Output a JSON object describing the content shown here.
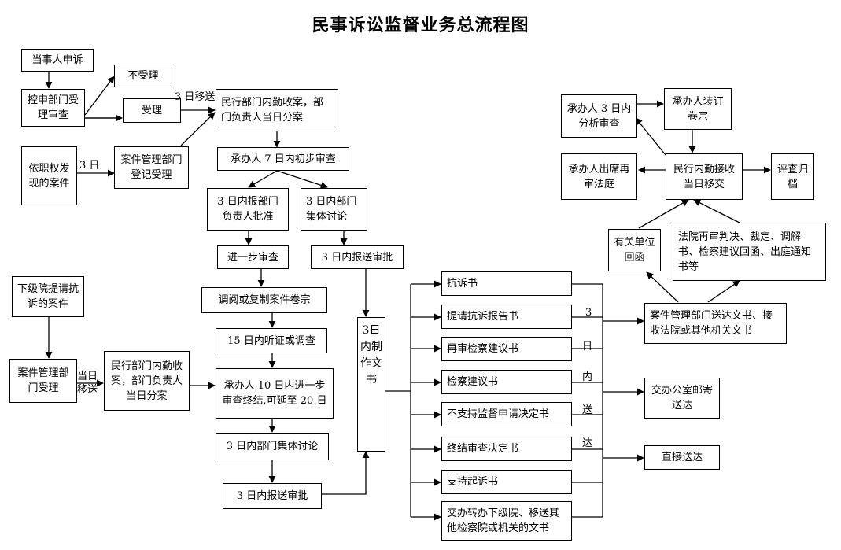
{
  "title": "民事诉讼监督业务总流程图",
  "boxes": {
    "party_appeal": "当事人申诉",
    "accusation_dept": "控申部门受理审查",
    "not_accept": "不受理",
    "accept": "受理",
    "ex_officio": "依职权发现的案件",
    "case_mgmt_register": "案件管理部门登记受理",
    "civil_dept_receive_1": "民行部门内勤收案，部门负责人当日分案",
    "handler_7day": "承办人 7 日内初步审查",
    "report_head_approve": "3 日内报部门负责人批准",
    "dept_group_discuss_1": "3 日内部门集体讨论",
    "further_review": "进一步审查",
    "submit_approval_1": "3 日内报送审批",
    "consult_files": "调阅或复制案件卷宗",
    "hearing_15day": "15 日内听证或调查",
    "handler_10day": "承办人 10 日内进一步审查终结,可延至 20 日",
    "dept_group_discuss_2": "3 日内部门集体讨论",
    "submit_approval_2": "3 日内报送审批",
    "lower_court_case": "下级院提请抗诉的案件",
    "case_mgmt_accept": "案件管理部门受理",
    "civil_dept_receive_2": "民行部门内勤收案，部门负责人当日分案",
    "make_documents": "3日内制作文书",
    "doc_protest": "抗诉书",
    "doc_protest_report": "提请抗诉报告书",
    "doc_retrial_suggest": "再审检察建议书",
    "doc_procuratorial_suggest": "检察建议书",
    "doc_not_support": "不支持监督申请决定书",
    "doc_terminate": "终结审查决定书",
    "doc_support_suit": "支持起诉书",
    "doc_transfer": "交办转办下级院、移送其他检察院或机关的文书",
    "case_mgmt_deliver": "案件管理部门送达文书、接收法院或其他机关文书",
    "office_mail": "交办公室邮寄送达",
    "direct_deliver": "直接送达",
    "reply_units": "有关单位回函",
    "court_retrial_docs": "法院再审判决、裁定、调解书、检察建议回函、出庭通知书等",
    "clerk_transfer": "民行内勤接收当日移交",
    "handler_3day_analysis": "承办人 3 日内分析审查",
    "handler_bind_files": "承办人装订卷宗",
    "handler_attend_court": "承办人出席再审法庭",
    "evaluate_archive": "评查归档"
  },
  "edge_labels": {
    "transfer_3day": "3 日移送",
    "three_day": "3 日",
    "same_day_transfer": "当日移送",
    "deliver_3": "3",
    "deliver_day": "日",
    "deliver_in": "内",
    "deliver_send": "送",
    "deliver_reach": "达"
  }
}
